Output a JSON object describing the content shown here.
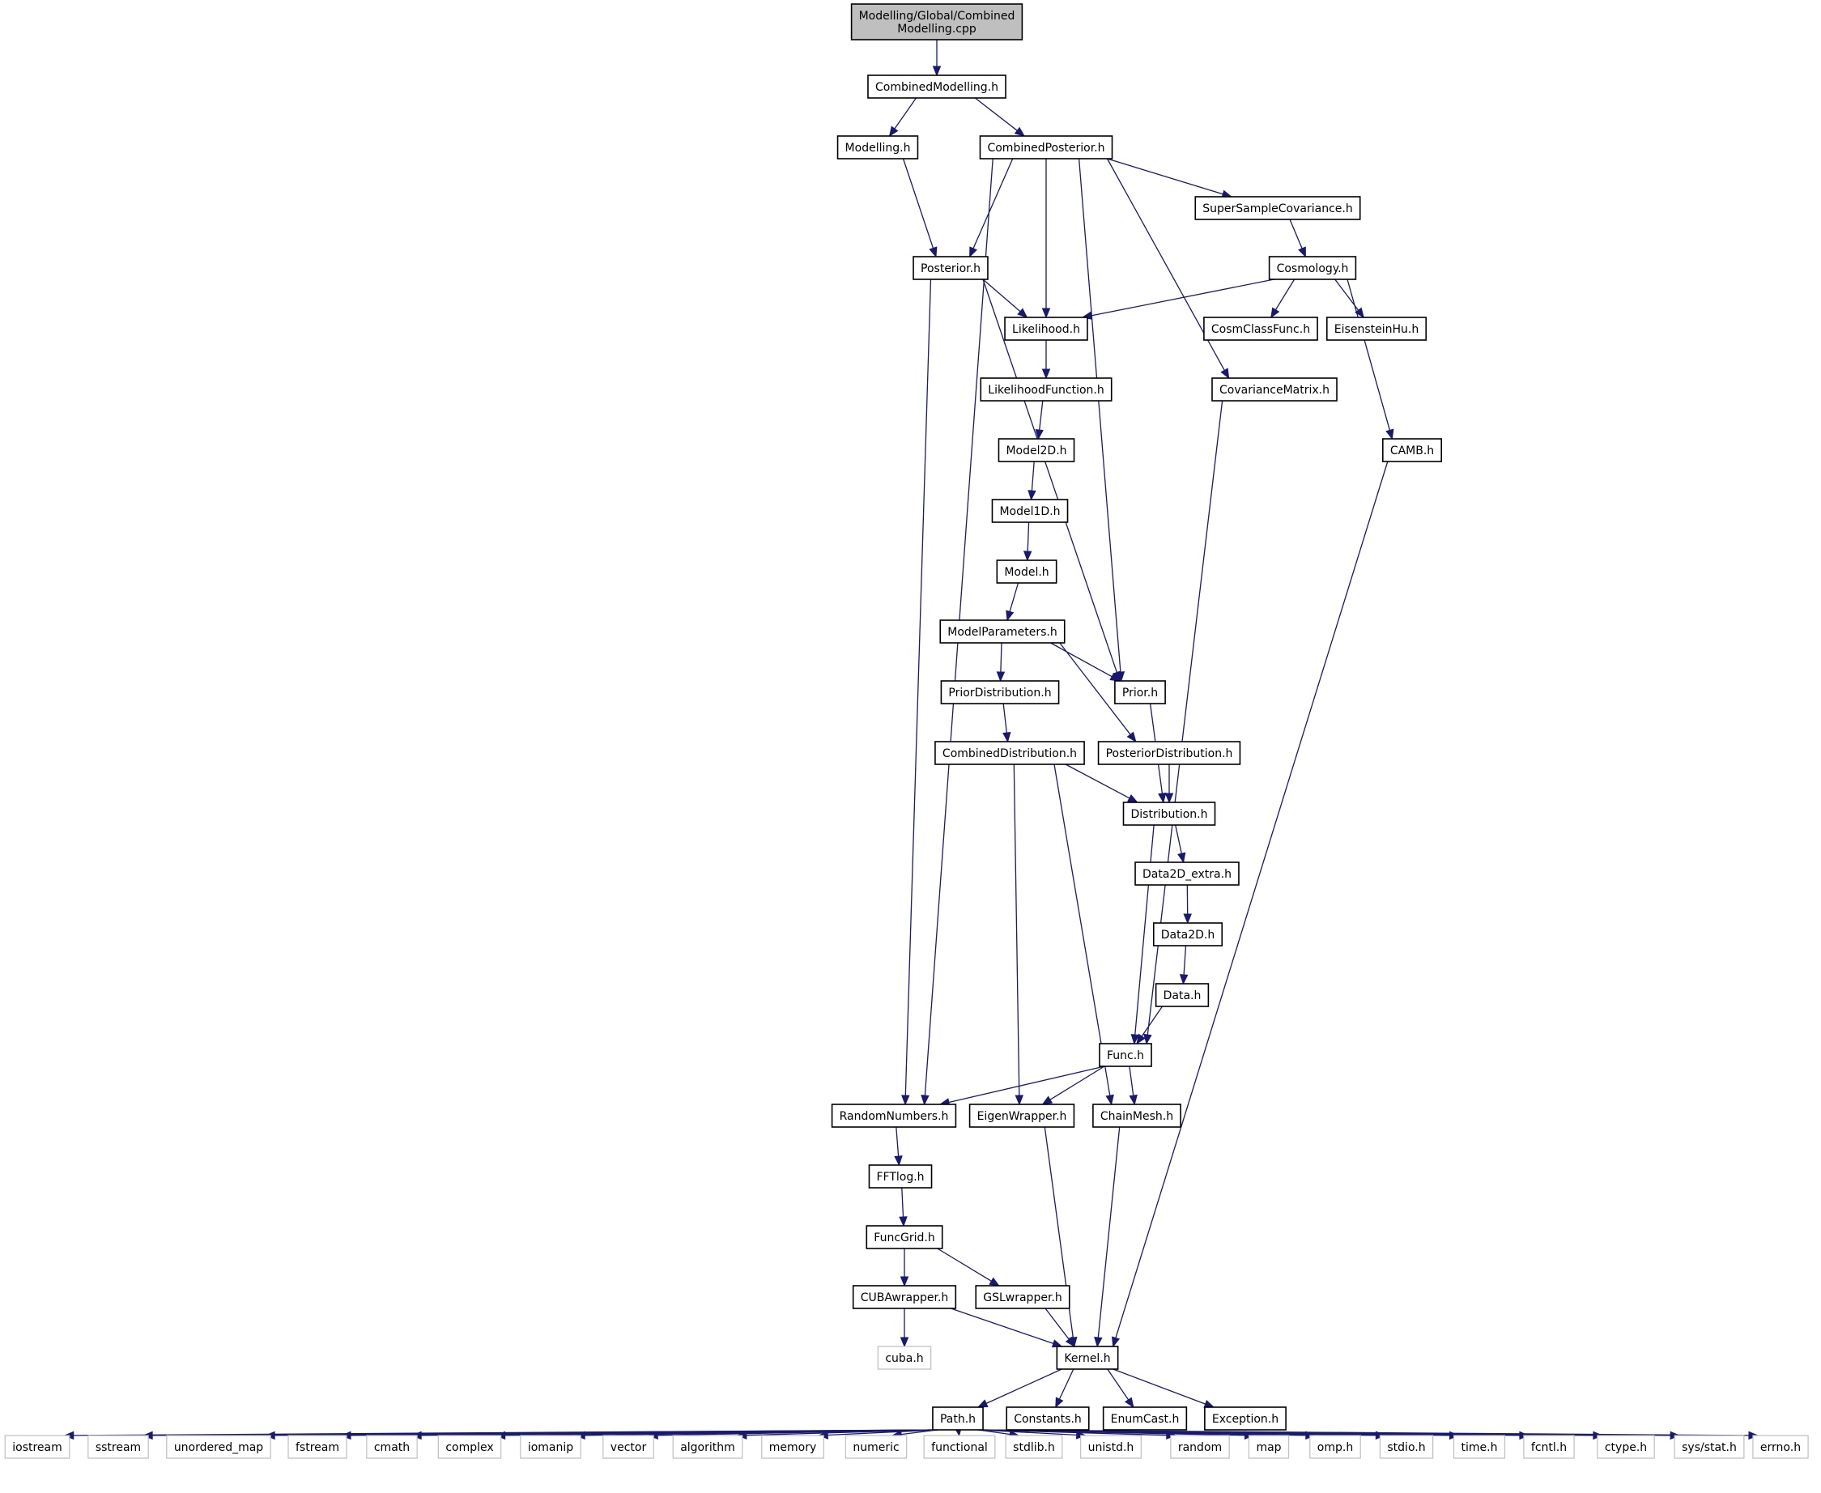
{
  "diagram": {
    "nodes": [
      {
        "id": "root",
        "kind": "root",
        "lines": [
          "Modelling/Global/Combined",
          "Modelling.cpp"
        ]
      },
      {
        "id": "combinedmodelling",
        "kind": "file",
        "lines": [
          "CombinedModelling.h"
        ]
      },
      {
        "id": "modelling",
        "kind": "file",
        "lines": [
          "Modelling.h"
        ]
      },
      {
        "id": "combinedposterior",
        "kind": "file",
        "lines": [
          "CombinedPosterior.h"
        ]
      },
      {
        "id": "supersample",
        "kind": "file",
        "lines": [
          "SuperSampleCovariance.h"
        ]
      },
      {
        "id": "posterior",
        "kind": "file",
        "lines": [
          "Posterior.h"
        ]
      },
      {
        "id": "cosmology",
        "kind": "file",
        "lines": [
          "Cosmology.h"
        ]
      },
      {
        "id": "likelihood",
        "kind": "file",
        "lines": [
          "Likelihood.h"
        ]
      },
      {
        "id": "cosmclassfunc",
        "kind": "file",
        "lines": [
          "CosmClassFunc.h"
        ]
      },
      {
        "id": "eisensteinhu",
        "kind": "file",
        "lines": [
          "EisensteinHu.h"
        ]
      },
      {
        "id": "likelihoodfunction",
        "kind": "file",
        "lines": [
          "LikelihoodFunction.h"
        ]
      },
      {
        "id": "covariancematrix",
        "kind": "file",
        "lines": [
          "CovarianceMatrix.h"
        ]
      },
      {
        "id": "model2d",
        "kind": "file",
        "lines": [
          "Model2D.h"
        ]
      },
      {
        "id": "camb",
        "kind": "file",
        "lines": [
          "CAMB.h"
        ]
      },
      {
        "id": "model1d",
        "kind": "file",
        "lines": [
          "Model1D.h"
        ]
      },
      {
        "id": "model",
        "kind": "file",
        "lines": [
          "Model.h"
        ]
      },
      {
        "id": "modelparameters",
        "kind": "file",
        "lines": [
          "ModelParameters.h"
        ]
      },
      {
        "id": "priordistribution",
        "kind": "file",
        "lines": [
          "PriorDistribution.h"
        ]
      },
      {
        "id": "prior",
        "kind": "file",
        "lines": [
          "Prior.h"
        ]
      },
      {
        "id": "combineddistribution",
        "kind": "file",
        "lines": [
          "CombinedDistribution.h"
        ]
      },
      {
        "id": "posteriordistribution",
        "kind": "file",
        "lines": [
          "PosteriorDistribution.h"
        ]
      },
      {
        "id": "distribution",
        "kind": "file",
        "lines": [
          "Distribution.h"
        ]
      },
      {
        "id": "data2dextra",
        "kind": "file",
        "lines": [
          "Data2D_extra.h"
        ]
      },
      {
        "id": "data2d",
        "kind": "file",
        "lines": [
          "Data2D.h"
        ]
      },
      {
        "id": "data",
        "kind": "file",
        "lines": [
          "Data.h"
        ]
      },
      {
        "id": "func",
        "kind": "file",
        "lines": [
          "Func.h"
        ]
      },
      {
        "id": "randomnumbers",
        "kind": "file",
        "lines": [
          "RandomNumbers.h"
        ]
      },
      {
        "id": "eigenwrapper",
        "kind": "file",
        "lines": [
          "EigenWrapper.h"
        ]
      },
      {
        "id": "chainmesh",
        "kind": "file",
        "lines": [
          "ChainMesh.h"
        ]
      },
      {
        "id": "fftlog",
        "kind": "file",
        "lines": [
          "FFTlog.h"
        ]
      },
      {
        "id": "funcgrid",
        "kind": "file",
        "lines": [
          "FuncGrid.h"
        ]
      },
      {
        "id": "cubawrapper",
        "kind": "file",
        "lines": [
          "CUBAwrapper.h"
        ]
      },
      {
        "id": "gslwrapper",
        "kind": "file",
        "lines": [
          "GSLwrapper.h"
        ]
      },
      {
        "id": "cuba",
        "kind": "external",
        "lines": [
          "cuba.h"
        ]
      },
      {
        "id": "kernel",
        "kind": "file",
        "lines": [
          "Kernel.h"
        ]
      },
      {
        "id": "path",
        "kind": "file",
        "lines": [
          "Path.h"
        ]
      },
      {
        "id": "constants",
        "kind": "file",
        "lines": [
          "Constants.h"
        ]
      },
      {
        "id": "enumcast",
        "kind": "file",
        "lines": [
          "EnumCast.h"
        ]
      },
      {
        "id": "exception",
        "kind": "file",
        "lines": [
          "Exception.h"
        ]
      },
      {
        "id": "iostream",
        "kind": "external",
        "lines": [
          "iostream"
        ]
      },
      {
        "id": "sstream",
        "kind": "external",
        "lines": [
          "sstream"
        ]
      },
      {
        "id": "unordered_map",
        "kind": "external",
        "lines": [
          "unordered_map"
        ]
      },
      {
        "id": "fstream",
        "kind": "external",
        "lines": [
          "fstream"
        ]
      },
      {
        "id": "cmath",
        "kind": "external",
        "lines": [
          "cmath"
        ]
      },
      {
        "id": "complex",
        "kind": "external",
        "lines": [
          "complex"
        ]
      },
      {
        "id": "iomanip",
        "kind": "external",
        "lines": [
          "iomanip"
        ]
      },
      {
        "id": "vector",
        "kind": "external",
        "lines": [
          "vector"
        ]
      },
      {
        "id": "algorithm",
        "kind": "external",
        "lines": [
          "algorithm"
        ]
      },
      {
        "id": "memory",
        "kind": "external",
        "lines": [
          "memory"
        ]
      },
      {
        "id": "numeric",
        "kind": "external",
        "lines": [
          "numeric"
        ]
      },
      {
        "id": "functional",
        "kind": "external",
        "lines": [
          "functional"
        ]
      },
      {
        "id": "stdlib",
        "kind": "external",
        "lines": [
          "stdlib.h"
        ]
      },
      {
        "id": "unistd",
        "kind": "external",
        "lines": [
          "unistd.h"
        ]
      },
      {
        "id": "random",
        "kind": "external",
        "lines": [
          "random"
        ]
      },
      {
        "id": "map",
        "kind": "external",
        "lines": [
          "map"
        ]
      },
      {
        "id": "omp",
        "kind": "external",
        "lines": [
          "omp.h"
        ]
      },
      {
        "id": "stdio",
        "kind": "external",
        "lines": [
          "stdio.h"
        ]
      },
      {
        "id": "time",
        "kind": "external",
        "lines": [
          "time.h"
        ]
      },
      {
        "id": "fcntl",
        "kind": "external",
        "lines": [
          "fcntl.h"
        ]
      },
      {
        "id": "ctype",
        "kind": "external",
        "lines": [
          "ctype.h"
        ]
      },
      {
        "id": "sysstat",
        "kind": "external",
        "lines": [
          "sys/stat.h"
        ]
      },
      {
        "id": "errno",
        "kind": "external",
        "lines": [
          "errno.h"
        ]
      }
    ],
    "edges": [
      [
        "root",
        "combinedmodelling"
      ],
      [
        "combinedmodelling",
        "modelling"
      ],
      [
        "combinedmodelling",
        "combinedposterior"
      ],
      [
        "modelling",
        "posterior"
      ],
      [
        "combinedposterior",
        "posterior"
      ],
      [
        "combinedposterior",
        "likelihood"
      ],
      [
        "combinedposterior",
        "supersample"
      ],
      [
        "combinedposterior",
        "covariancematrix"
      ],
      [
        "combinedposterior",
        "prior"
      ],
      [
        "combinedposterior",
        "randomnumbers"
      ],
      [
        "supersample",
        "cosmology"
      ],
      [
        "cosmology",
        "likelihood"
      ],
      [
        "cosmology",
        "cosmclassfunc"
      ],
      [
        "cosmology",
        "eisensteinhu"
      ],
      [
        "cosmology",
        "camb"
      ],
      [
        "posterior",
        "likelihood"
      ],
      [
        "posterior",
        "prior"
      ],
      [
        "posterior",
        "randomnumbers"
      ],
      [
        "likelihood",
        "likelihoodfunction"
      ],
      [
        "likelihoodfunction",
        "model2d"
      ],
      [
        "model2d",
        "model1d"
      ],
      [
        "model1d",
        "model"
      ],
      [
        "model",
        "modelparameters"
      ],
      [
        "modelparameters",
        "priordistribution"
      ],
      [
        "modelparameters",
        "prior"
      ],
      [
        "modelparameters",
        "posteriordistribution"
      ],
      [
        "priordistribution",
        "combineddistribution"
      ],
      [
        "prior",
        "distribution"
      ],
      [
        "posteriordistribution",
        "distribution"
      ],
      [
        "combineddistribution",
        "distribution"
      ],
      [
        "combineddistribution",
        "eigenwrapper"
      ],
      [
        "combineddistribution",
        "chainmesh"
      ],
      [
        "distribution",
        "data2dextra"
      ],
      [
        "distribution",
        "func"
      ],
      [
        "data2dextra",
        "data2d"
      ],
      [
        "data2d",
        "data"
      ],
      [
        "data",
        "func"
      ],
      [
        "covariancematrix",
        "func"
      ],
      [
        "func",
        "randomnumbers"
      ],
      [
        "func",
        "eigenwrapper"
      ],
      [
        "func",
        "chainmesh"
      ],
      [
        "camb",
        "kernel"
      ],
      [
        "randomnumbers",
        "fftlog"
      ],
      [
        "fftlog",
        "funcgrid"
      ],
      [
        "funcgrid",
        "cubawrapper"
      ],
      [
        "funcgrid",
        "gslwrapper"
      ],
      [
        "cubawrapper",
        "cuba"
      ],
      [
        "cubawrapper",
        "kernel"
      ],
      [
        "gslwrapper",
        "kernel"
      ],
      [
        "eigenwrapper",
        "kernel"
      ],
      [
        "chainmesh",
        "kernel"
      ],
      [
        "kernel",
        "path"
      ],
      [
        "kernel",
        "constants"
      ],
      [
        "kernel",
        "enumcast"
      ],
      [
        "kernel",
        "exception"
      ],
      [
        "path",
        "iostream"
      ],
      [
        "path",
        "sstream"
      ],
      [
        "path",
        "unordered_map"
      ],
      [
        "path",
        "fstream"
      ],
      [
        "path",
        "cmath"
      ],
      [
        "path",
        "complex"
      ],
      [
        "path",
        "iomanip"
      ],
      [
        "path",
        "vector"
      ],
      [
        "path",
        "algorithm"
      ],
      [
        "path",
        "memory"
      ],
      [
        "path",
        "numeric"
      ],
      [
        "path",
        "functional"
      ],
      [
        "path",
        "stdlib"
      ],
      [
        "path",
        "unistd"
      ],
      [
        "path",
        "random"
      ],
      [
        "path",
        "map"
      ],
      [
        "path",
        "omp"
      ],
      [
        "path",
        "stdio"
      ],
      [
        "path",
        "time"
      ],
      [
        "path",
        "fcntl"
      ],
      [
        "path",
        "ctype"
      ],
      [
        "path",
        "sysstat"
      ],
      [
        "path",
        "errno"
      ]
    ]
  },
  "colors": {
    "edge": "#191970",
    "node_border": "#000000",
    "external_border": "#bfbfbf",
    "root_fill": "#bfbfbf",
    "background": "#ffffff"
  }
}
